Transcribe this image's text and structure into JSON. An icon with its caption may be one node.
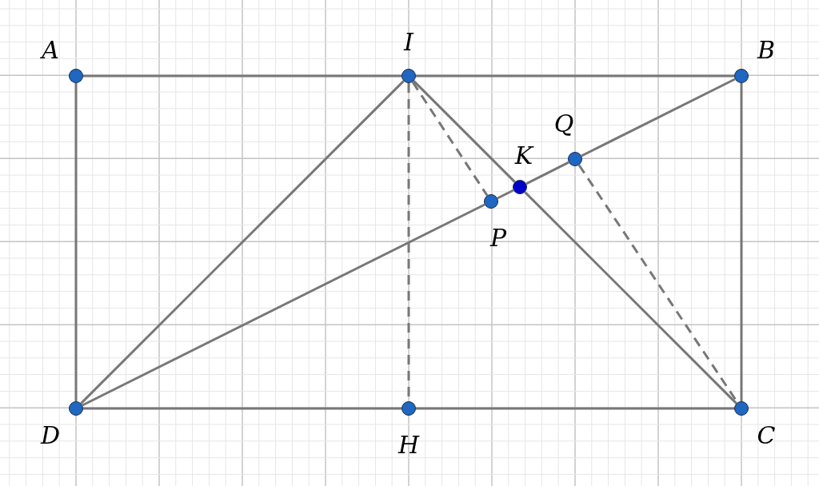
{
  "diagram": {
    "nodes": [
      {
        "text": [],
        "shape": "circle",
        "beside": [
          "A"
        ]
      },
      {
        "text": [],
        "shape": "circle",
        "beside": [
          "I"
        ]
      },
      {
        "text": [],
        "shape": "circle",
        "beside": [
          "B"
        ]
      },
      {
        "text": [],
        "shape": "circle",
        "beside": [
          "Q"
        ]
      },
      {
        "text": [],
        "shape": "circle",
        "beside": [
          "K"
        ]
      },
      {
        "text": [],
        "shape": "circle",
        "beside": [
          "P"
        ]
      },
      {
        "text": [],
        "shape": "circle",
        "beside": [
          "D"
        ]
      },
      {
        "text": [],
        "shape": "circle",
        "beside": [
          "H"
        ]
      },
      {
        "text": [],
        "shape": "circle",
        "beside": [
          "C"
        ]
      }
    ],
    "edges": [
      {
        "from": 0,
        "to": 1,
        "arrow": "none"
      },
      {
        "from": 1,
        "to": 2,
        "arrow": "none"
      },
      {
        "from": 0,
        "to": 6,
        "arrow": "none"
      },
      {
        "from": 2,
        "to": 8,
        "arrow": "none"
      },
      {
        "from": 6,
        "to": 7,
        "arrow": "none"
      },
      {
        "from": 7,
        "to": 8,
        "arrow": "none"
      },
      {
        "from": 6,
        "to": 1,
        "arrow": "none"
      },
      {
        "from": 1,
        "to": 4,
        "arrow": "none"
      },
      {
        "from": 4,
        "to": 8,
        "arrow": "none"
      },
      {
        "from": 6,
        "to": 5,
        "arrow": "none"
      },
      {
        "from": 5,
        "to": 4,
        "arrow": "none"
      },
      {
        "from": 4,
        "to": 3,
        "arrow": "none"
      },
      {
        "from": 3,
        "to": 2,
        "arrow": "none"
      },
      {
        "from": 1,
        "to": 7,
        "arrow": "none",
        "style": "dashed"
      },
      {
        "from": 1,
        "to": 5,
        "arrow": "none",
        "style": "dashed"
      },
      {
        "from": 3,
        "to": 8,
        "arrow": "none",
        "style": "dashed"
      }
    ]
  }
}
